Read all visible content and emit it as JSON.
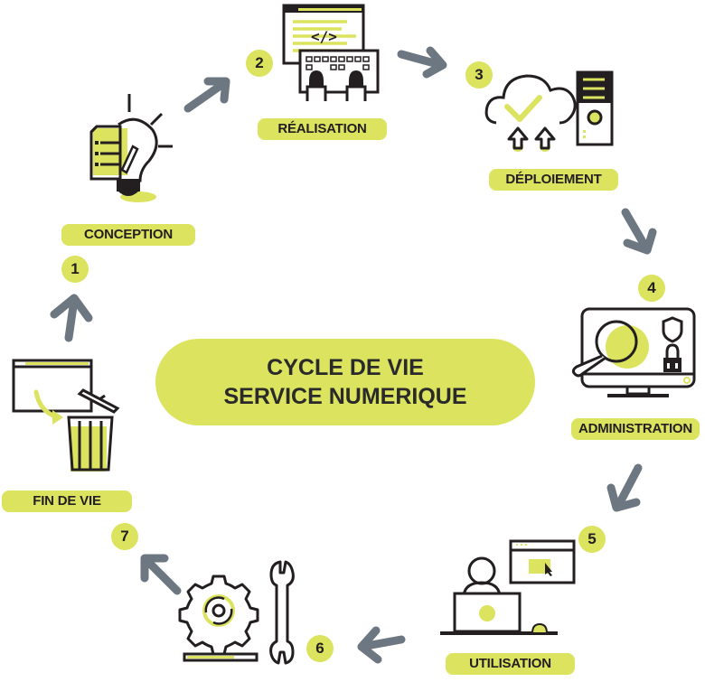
{
  "title": {
    "line1": "CYCLE DE VIE",
    "line2": "SERVICE NUMERIQUE"
  },
  "colors": {
    "accent": "#dbe35f",
    "arrow": "#6d7781",
    "ink": "#231f20"
  },
  "steps": [
    {
      "number": "1",
      "label": "CONCEPTION",
      "icon": "lightbulb-document-icon"
    },
    {
      "number": "2",
      "label": "RÉALISATION",
      "icon": "code-keyboard-icon"
    },
    {
      "number": "3",
      "label": "DÉPLOIEMENT",
      "icon": "cloud-server-icon"
    },
    {
      "number": "4",
      "label": "ADMINISTRATION",
      "icon": "monitor-security-icon"
    },
    {
      "number": "5",
      "label": "UTILISATION",
      "icon": "user-laptop-icon"
    },
    {
      "number": "6",
      "label": "",
      "icon": "gear-wrench-icon"
    },
    {
      "number": "7",
      "label": "FIN DE VIE",
      "icon": "window-trash-icon"
    }
  ],
  "icon_text": {
    "code_tag": "</>"
  }
}
